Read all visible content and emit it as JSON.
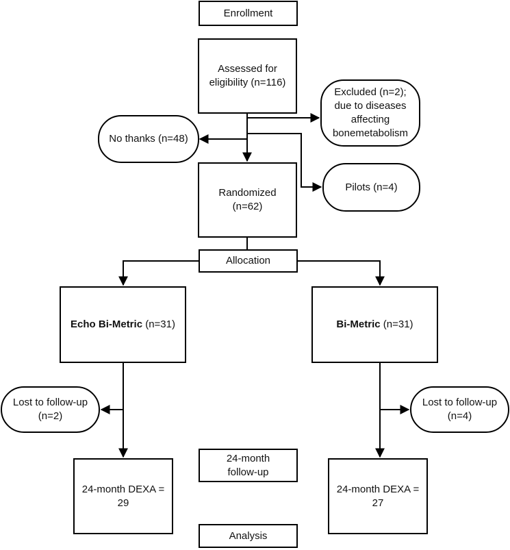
{
  "enrollment": "Enrollment",
  "assessed": {
    "line1": "Assessed for",
    "line2": "eligibility (n=116)"
  },
  "excluded": {
    "line1": "Excluded (n=2);",
    "line2": "due to diseases",
    "line3": "affecting",
    "line4": "bonemetabolism"
  },
  "no_thanks": "No thanks (n=48)",
  "pilots": "Pilots (n=4)",
  "randomized": {
    "line1": "Randomized",
    "line2": "(n=62)"
  },
  "allocation": "Allocation",
  "arm_left": {
    "name": "Echo Bi-Metric",
    "n": " (n=31)"
  },
  "arm_right": {
    "name": "Bi-Metric",
    "n": " (n=31)"
  },
  "lost_left": {
    "line1": "Lost to follow-up",
    "line2": "(n=2)"
  },
  "lost_right": {
    "line1": "Lost to follow-up",
    "line2": "(n=4)"
  },
  "followup": {
    "line1": "24-month",
    "line2": "follow-up"
  },
  "dexa_left": {
    "line1": "24-month DEXA =",
    "line2": "29"
  },
  "dexa_right": {
    "line1": "24-month DEXA =",
    "line2": "27"
  },
  "analysis": "Analysis"
}
